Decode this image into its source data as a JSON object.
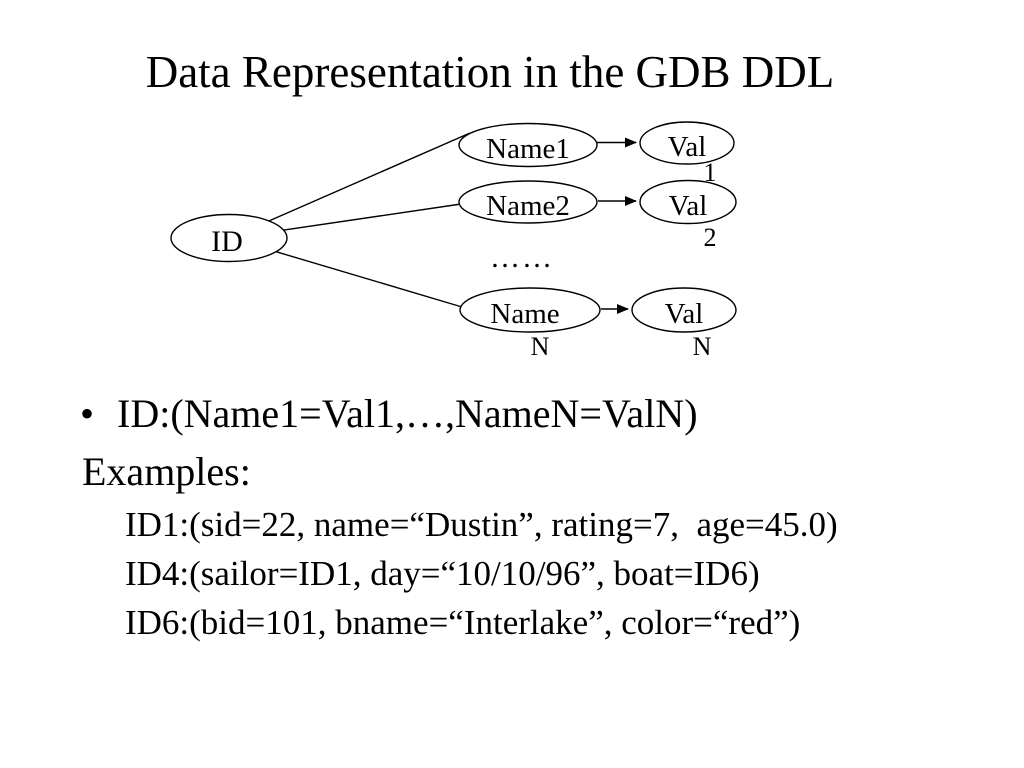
{
  "slide": {
    "title": "Data Representation in the GDB DDL",
    "bullet_marker": "•",
    "bullet_text": "ID:(Name1=Val1,…,NameN=ValN)",
    "examples_heading": "Examples:",
    "examples": [
      "ID1:(sid=22, name=“Dustin”, rating=7,  age=45.0)",
      "ID4:(sailor=ID1, day=“10/10/96”, boat=ID6)",
      "ID6:(bid=101, bname=“Interlake”, color=“red”)"
    ]
  },
  "diagram": {
    "ellipsis_dots": "……",
    "nodes": {
      "id": {
        "label": "ID"
      },
      "name1": {
        "label": "Name1"
      },
      "name2": {
        "label": "Name2"
      },
      "nameN": {
        "label": "Name",
        "subscript": "N"
      },
      "val1": {
        "label": "Val",
        "subscript": "1"
      },
      "val2": {
        "label": "Val",
        "subscript": "2"
      },
      "valN": {
        "label": "Val",
        "subscript": "N"
      }
    },
    "edges": [
      {
        "from": "id",
        "to": "name1",
        "style": "line"
      },
      {
        "from": "id",
        "to": "name2",
        "style": "line"
      },
      {
        "from": "id",
        "to": "nameN",
        "style": "line"
      },
      {
        "from": "name1",
        "to": "val1",
        "style": "arrow"
      },
      {
        "from": "name2",
        "to": "val2",
        "style": "arrow"
      },
      {
        "from": "nameN",
        "to": "valN",
        "style": "arrow"
      }
    ]
  },
  "colors": {
    "background": "#ffffff",
    "foreground": "#000000"
  }
}
